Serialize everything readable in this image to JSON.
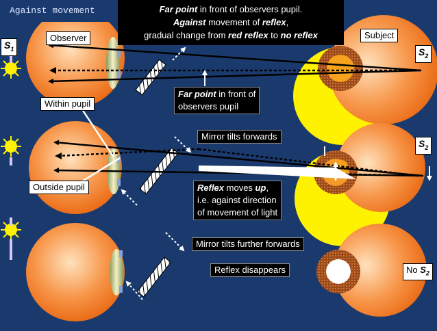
{
  "title": "Against movement",
  "top_note": {
    "line1_bold": "Far point",
    "line1_rest": " in front of observers pupil.",
    "line2_bold": "Against",
    "line2_mid": " movement of ",
    "line2_bold2": "reflex",
    "line2_end": ",",
    "line3_start": "gradual change from ",
    "line3_bold": "red reflex",
    "line3_mid": " to ",
    "line3_bold2": "no reflex"
  },
  "labels": {
    "observer": "Observer",
    "subject": "Subject",
    "within_pupil": "Within pupil",
    "outside_pupil": "Outside pupil",
    "far_point_bold": "Far point",
    "far_point_rest1": " in front of",
    "far_point_rest2": "observers pupil",
    "mirror_tilts_forwards": "Mirror tilts forwards",
    "reflex_bold": "Reflex",
    "reflex_rest1": " moves ",
    "reflex_bold2": "up",
    "reflex_rest2": ",",
    "reflex_line2": "i.e. against direction",
    "reflex_line3": "of movement of light",
    "mirror_tilts_further": "Mirror tilts further forwards",
    "reflex_disappears": "Reflex disappears",
    "no_prefix": "No "
  },
  "symbols": {
    "s": "S",
    "sub1": "1",
    "sub2": "2"
  },
  "colors": {
    "background": "#1a3a6e",
    "eye_orange": "#f47a1f",
    "eye_light": "#ffd8a8",
    "pupil_red": "#e0560f",
    "iris_brown": "#8b3a10",
    "yellow": "#fff200",
    "mirror": "#ffffff"
  }
}
